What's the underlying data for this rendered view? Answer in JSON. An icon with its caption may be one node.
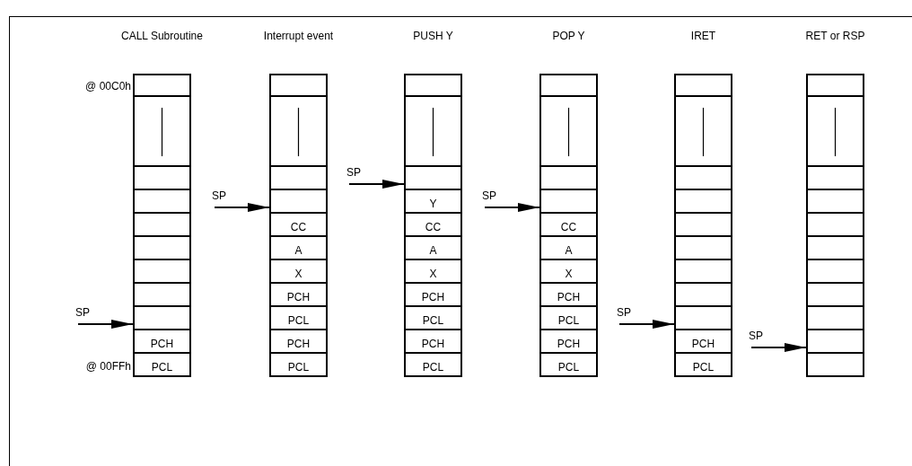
{
  "diagram": {
    "nodes": [
      {
        "text": [
          "CALL Subroutine"
        ]
      },
      {
        "text": [],
        "shape": "box",
        "in": 0
      },
      {
        "text": [],
        "shape": "box",
        "in": 0
      },
      {
        "text": [],
        "shape": "box",
        "in": 0
      },
      {
        "text": [],
        "shape": "box",
        "in": 0
      },
      {
        "text": [],
        "shape": "box",
        "in": 0
      },
      {
        "text": [],
        "shape": "box",
        "in": 0
      },
      {
        "text": [],
        "shape": "box",
        "in": 0
      },
      {
        "text": [],
        "shape": "box",
        "in": 0
      },
      {
        "text": [],
        "shape": "box",
        "in": 0
      },
      {
        "text": [
          "PCH"
        ],
        "in": 0
      },
      {
        "text": [
          "PCL"
        ],
        "in": 0
      },
      {
        "text": [
          "SP"
        ]
      },
      {
        "text": [
          "Interrupt event"
        ]
      },
      {
        "text": [],
        "shape": "box",
        "in": 13
      },
      {
        "text": [],
        "shape": "box",
        "in": 13
      },
      {
        "text": [],
        "shape": "box",
        "in": 13
      },
      {
        "text": [],
        "shape": "box",
        "in": 13
      },
      {
        "text": [
          "CC"
        ],
        "in": 13
      },
      {
        "text": [
          "A"
        ],
        "in": 13
      },
      {
        "text": [
          "X"
        ],
        "in": 13
      },
      {
        "text": [
          "PCH"
        ],
        "in": 13
      },
      {
        "text": [
          "PCL"
        ],
        "in": 13
      },
      {
        "text": [
          "PCH"
        ],
        "in": 13
      },
      {
        "text": [
          "PCL"
        ],
        "in": 13
      },
      {
        "text": [
          "SP"
        ]
      },
      {
        "text": [
          "PUSH Y"
        ]
      },
      {
        "text": [],
        "shape": "box",
        "in": 26
      },
      {
        "text": [],
        "shape": "box",
        "in": 26
      },
      {
        "text": [],
        "shape": "box",
        "in": 26
      },
      {
        "text": [
          "Y"
        ],
        "in": 26
      },
      {
        "text": [
          "CC"
        ],
        "in": 26
      },
      {
        "text": [
          "A"
        ],
        "in": 26
      },
      {
        "text": [
          "X"
        ],
        "in": 26
      },
      {
        "text": [
          "PCH"
        ],
        "in": 26
      },
      {
        "text": [
          "PCL"
        ],
        "in": 26
      },
      {
        "text": [
          "PCH"
        ],
        "in": 26
      },
      {
        "text": [
          "PCL"
        ],
        "in": 26
      },
      {
        "text": [
          "SP"
        ]
      },
      {
        "text": [
          "POP Y"
        ]
      },
      {
        "text": [],
        "shape": "box",
        "in": 39
      },
      {
        "text": [],
        "shape": "box",
        "in": 39
      },
      {
        "text": [],
        "shape": "box",
        "in": 39
      },
      {
        "text": [],
        "shape": "box",
        "in": 39
      },
      {
        "text": [
          "CC"
        ],
        "in": 39
      },
      {
        "text": [
          "A"
        ],
        "in": 39
      },
      {
        "text": [
          "X"
        ],
        "in": 39
      },
      {
        "text": [
          "PCH"
        ],
        "in": 39
      },
      {
        "text": [
          "PCL"
        ],
        "in": 39
      },
      {
        "text": [
          "PCH"
        ],
        "in": 39
      },
      {
        "text": [
          "PCL"
        ],
        "in": 39
      },
      {
        "text": [
          "SP"
        ]
      },
      {
        "text": [
          "IRET"
        ]
      },
      {
        "text": [],
        "shape": "box",
        "in": 52
      },
      {
        "text": [],
        "shape": "box",
        "in": 52
      },
      {
        "text": [],
        "shape": "box",
        "in": 52
      },
      {
        "text": [],
        "shape": "box",
        "in": 52
      },
      {
        "text": [],
        "shape": "box",
        "in": 52
      },
      {
        "text": [],
        "shape": "box",
        "in": 52
      },
      {
        "text": [],
        "shape": "box",
        "in": 52
      },
      {
        "text": [],
        "shape": "box",
        "in": 52
      },
      {
        "text": [],
        "shape": "box",
        "in": 52
      },
      {
        "text": [
          "PCH"
        ],
        "in": 52
      },
      {
        "text": [
          "PCL"
        ],
        "in": 52
      },
      {
        "text": [
          "SP"
        ]
      },
      {
        "text": [
          "RET or RSP"
        ]
      },
      {
        "text": [],
        "shape": "box",
        "in": 65
      },
      {
        "text": [],
        "shape": "box",
        "in": 65
      },
      {
        "text": [],
        "shape": "box",
        "in": 65
      },
      {
        "text": [],
        "shape": "box",
        "in": 65
      },
      {
        "text": [],
        "shape": "box",
        "in": 65
      },
      {
        "text": [],
        "shape": "box",
        "in": 65
      },
      {
        "text": [],
        "shape": "box",
        "in": 65
      },
      {
        "text": [],
        "shape": "box",
        "in": 65
      },
      {
        "text": [],
        "shape": "box",
        "in": 65
      },
      {
        "text": [],
        "shape": "box",
        "in": 65
      },
      {
        "text": [],
        "shape": "box",
        "in": 65
      },
      {
        "text": [
          "SP"
        ]
      }
    ],
    "edges": [
      {
        "from": 12,
        "to": 9,
        "arrow": "to"
      },
      {
        "from": 25,
        "to": 17,
        "arrow": "to"
      },
      {
        "from": 38,
        "to": 29,
        "arrow": "to"
      },
      {
        "from": 51,
        "to": 43,
        "arrow": "to"
      },
      {
        "from": 64,
        "to": 61,
        "arrow": "to"
      },
      {
        "from": 77,
        "to": 75,
        "arrow": "to"
      }
    ],
    "labels": [
      "@ 00C0h",
      "@ 00FFh"
    ]
  }
}
